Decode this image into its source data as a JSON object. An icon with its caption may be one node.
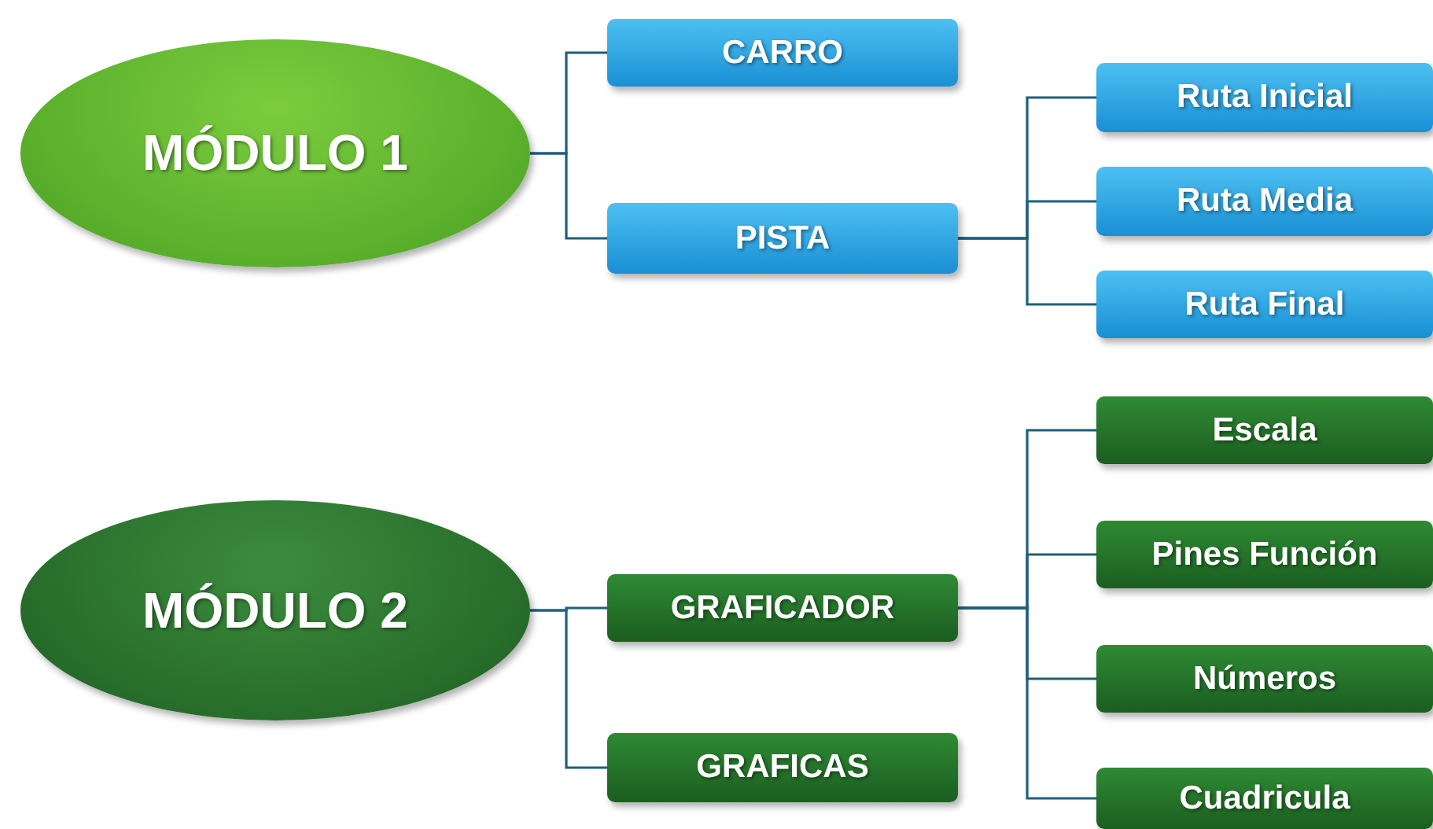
{
  "diagram": {
    "nodes": [
      {
        "text": [
          "MÓDULO 1"
        ]
      },
      {
        "text": [
          "CARRO"
        ]
      },
      {
        "text": [
          "PISTA"
        ]
      },
      {
        "text": [
          "Ruta Inicial"
        ]
      },
      {
        "text": [
          "Ruta Media"
        ]
      },
      {
        "text": [
          "Ruta Final"
        ]
      },
      {
        "text": [
          "MÓDULO 2"
        ]
      },
      {
        "text": [
          "GRAFICADOR"
        ]
      },
      {
        "text": [
          "GRAFICAS"
        ]
      },
      {
        "text": [
          "Escala"
        ]
      },
      {
        "text": [
          "Pines Función"
        ]
      },
      {
        "text": [
          "Números"
        ]
      },
      {
        "text": [
          "Cuadricula"
        ]
      }
    ],
    "edges": [
      {
        "from": 0,
        "to": 1,
        "arrow": "none"
      },
      {
        "from": 0,
        "to": 2,
        "arrow": "none"
      },
      {
        "from": 2,
        "to": 3,
        "arrow": "none"
      },
      {
        "from": 2,
        "to": 4,
        "arrow": "none"
      },
      {
        "from": 2,
        "to": 5,
        "arrow": "none"
      },
      {
        "from": 6,
        "to": 7,
        "arrow": "none"
      },
      {
        "from": 6,
        "to": 8,
        "arrow": "none"
      },
      {
        "from": 7,
        "to": 9,
        "arrow": "none"
      },
      {
        "from": 7,
        "to": 10,
        "arrow": "none"
      },
      {
        "from": 7,
        "to": 11,
        "arrow": "none"
      },
      {
        "from": 7,
        "to": 12,
        "arrow": "none"
      }
    ]
  }
}
